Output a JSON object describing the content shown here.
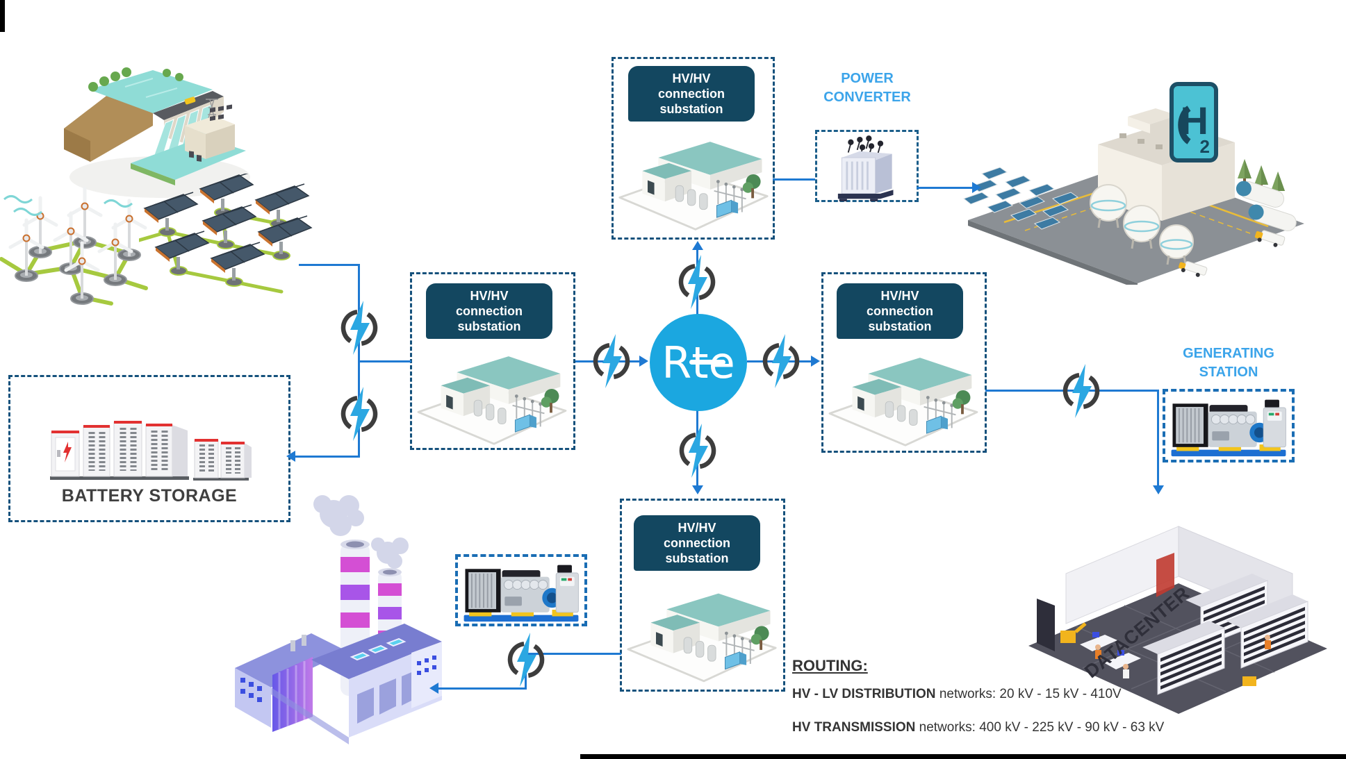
{
  "labels": {
    "substation": {
      "l1": "HV/HV",
      "l2": "connection",
      "l3": "substation"
    },
    "power_converter": {
      "l1": "POWER",
      "l2": "CONVERTER"
    },
    "generating_station": {
      "l1": "GENERATING",
      "l2": "STATION"
    },
    "battery_storage": "BATTERY STORAGE",
    "datacenter": "DATACENTER",
    "rte_logo": "Rte",
    "h2_badge": {
      "letter": "H",
      "sub": "2"
    }
  },
  "routing": {
    "heading": "ROUTING:",
    "lines": [
      {
        "bold": "HV - LV DISTRIBUTION",
        "rest": " networks: 20 kV - 15 kV - 410V"
      },
      {
        "bold": "HV TRANSMISSION",
        "rest": " networks: 400 kV - 225 kV - 90 kV - 63 kV"
      }
    ]
  },
  "icons": {
    "lightning": "lightning-bolt-in-broken-circle",
    "h2": "hydrogen-badge"
  },
  "colors": {
    "connector_blue": "#1e79d2",
    "dashed_border": "#15517c",
    "plate_navy": "#134760",
    "rte_blue": "#1ba7e0",
    "header_light_blue": "#3ba4ea",
    "text_dark": "#343434",
    "bolt_blue": "#2ba7e2",
    "h2_teal": "#4cc2d4"
  }
}
